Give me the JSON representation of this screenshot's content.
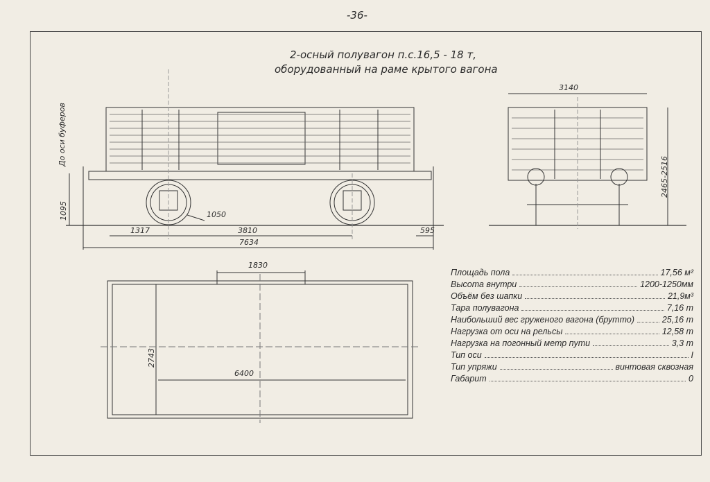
{
  "page_number": "-36-",
  "title": {
    "line1": "2-осный полувагон п.с.16,5 - 18 т,",
    "line2": "оборудованный на раме крытого вагона"
  },
  "dimensions": {
    "buffer_axis_label": "До оси буферов",
    "buffer_height": "1095",
    "wheel_diameter": "1050",
    "overhang_left": "1317",
    "wheelbase": "3810",
    "overhang_right": "595",
    "total_length": "7634",
    "end_width": "3140",
    "end_height": "2465-2516",
    "door_width": "1830",
    "inner_width": "2743",
    "inner_length": "6400"
  },
  "specs": [
    {
      "label": "Площадь пола",
      "value": "17,56 м²"
    },
    {
      "label": "Высота внутри",
      "value": "1200-1250мм"
    },
    {
      "label": "Объём без шапки",
      "value": "21,9м³"
    },
    {
      "label": "Тара полувагона",
      "value": "7,16 т"
    },
    {
      "label": "Наибольший вес груженого вагона (брутто)",
      "value": "25,16 т"
    },
    {
      "label": "Нагрузка от оси на рельсы",
      "value": "12,58 т"
    },
    {
      "label": "Нагрузка на погонный метр пути",
      "value": "3,3 т"
    },
    {
      "label": "Тип оси",
      "value": "I"
    },
    {
      "label": "Тип упряжи",
      "value": "винтовая сквозная"
    },
    {
      "label": "Габарит",
      "value": "0"
    }
  ]
}
